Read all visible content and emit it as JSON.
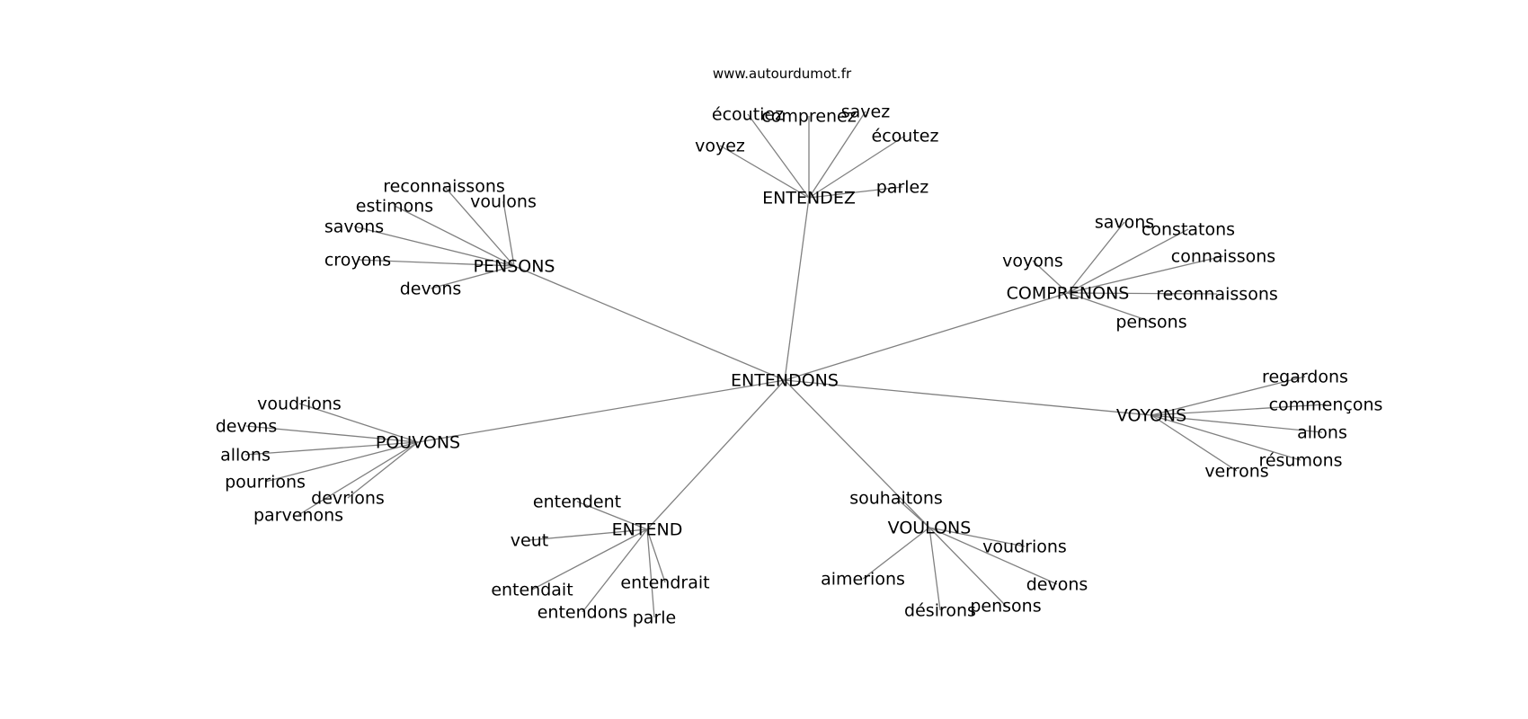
{
  "source": "www.autourdumot.fr",
  "root": "ENTENDONS",
  "hubs": [
    {
      "word": "ENTENDEZ",
      "leaves": [
        "écoutiez",
        "comprenez",
        "savez",
        "écoutez",
        "voyez",
        "parlez"
      ]
    },
    {
      "word": "PENSONS",
      "leaves": [
        "reconnaissons",
        "voulons",
        "estimons",
        "savons",
        "croyons",
        "devons"
      ]
    },
    {
      "word": "COMPRENONS",
      "leaves": [
        "savons",
        "constatons",
        "voyons",
        "connaissons",
        "reconnaissons",
        "pensons"
      ]
    },
    {
      "word": "POUVONS",
      "leaves": [
        "voudrions",
        "devons",
        "allons",
        "pourrions",
        "devrions",
        "parvenons"
      ]
    },
    {
      "word": "VOYONS",
      "leaves": [
        "regardons",
        "commençons",
        "allons",
        "résumons",
        "verrons"
      ]
    },
    {
      "word": "ENTEND",
      "leaves": [
        "entendent",
        "veut",
        "entendait",
        "entendrait",
        "entendons",
        "parle"
      ]
    },
    {
      "word": "VOULONS",
      "leaves": [
        "souhaitons",
        "voudrions",
        "aimerions",
        "devons",
        "désirons",
        "pensons"
      ]
    }
  ]
}
